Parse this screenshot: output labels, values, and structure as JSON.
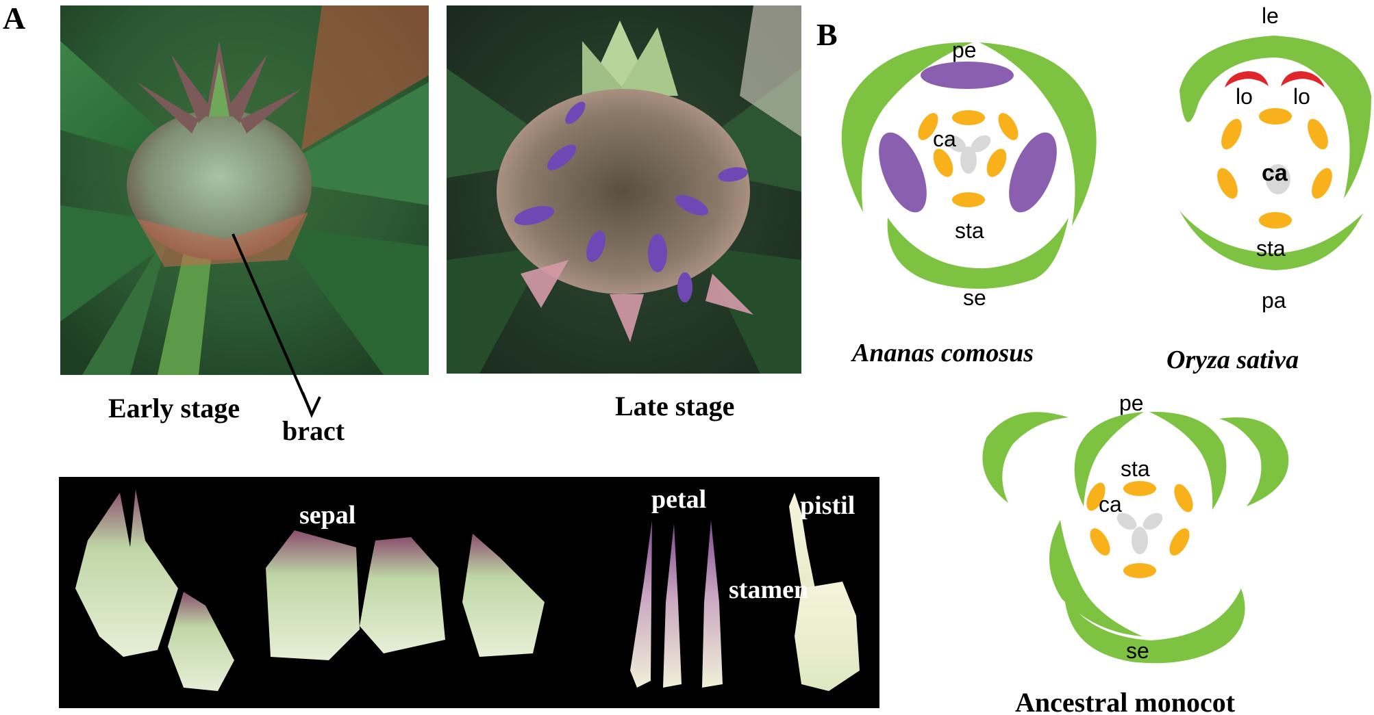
{
  "panel_a": {
    "label": "A",
    "early_caption": "Early stage",
    "late_caption": "Late stage",
    "bract_label": "bract",
    "organ_labels": {
      "sepal": "sepal",
      "petal": "petal",
      "pistil": "pistil",
      "stamen": "stamen"
    }
  },
  "panel_b": {
    "label": "B",
    "ananas": {
      "species": "Ananas comosus",
      "labels": {
        "pe": "pe",
        "ca": "ca",
        "sta": "sta",
        "se": "se"
      }
    },
    "oryza": {
      "species": "Oryza sativa",
      "labels": {
        "le": "le",
        "lo1": "lo",
        "lo2": "lo",
        "ca": "ca",
        "sta": "sta",
        "pa": "pa"
      }
    },
    "ancestral": {
      "species": "Ancestral monocot",
      "labels": {
        "pe": "pe",
        "sta": "sta",
        "ca": "ca",
        "se": "se"
      }
    }
  },
  "colors": {
    "sepal_green": "#7ec242",
    "petal_purple": "#8a5fb0",
    "stamen_orange": "#f8b11b",
    "carpel_gray": "#d8d8d8",
    "lodicule_red": "#e0262b",
    "photo_black": "#000000"
  }
}
